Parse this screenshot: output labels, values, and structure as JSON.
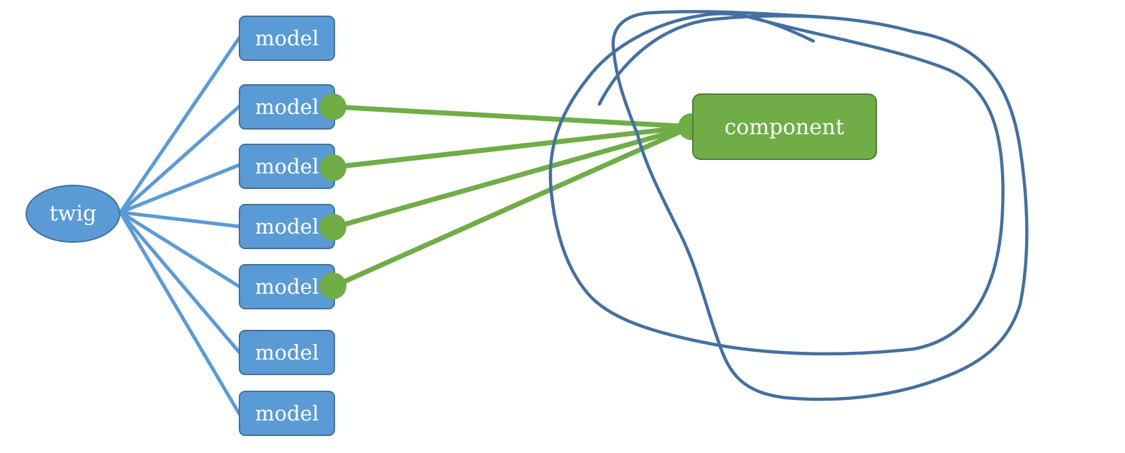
{
  "diagram": {
    "root": {
      "label": "twig"
    },
    "models": [
      {
        "label": "model",
        "connected": false
      },
      {
        "label": "model",
        "connected": true
      },
      {
        "label": "model",
        "connected": true
      },
      {
        "label": "model",
        "connected": true
      },
      {
        "label": "model",
        "connected": true
      },
      {
        "label": "model",
        "connected": false
      },
      {
        "label": "model",
        "connected": false
      }
    ],
    "component": {
      "label": "component"
    },
    "colors": {
      "blue_fill": "#5b9bd5",
      "blue_border": "#41719c",
      "blue_line": "#5b9bd5",
      "green_fill": "#70ad47",
      "green_border": "#507e32",
      "green_line": "#70ad47",
      "scribble": "#44709f"
    }
  }
}
